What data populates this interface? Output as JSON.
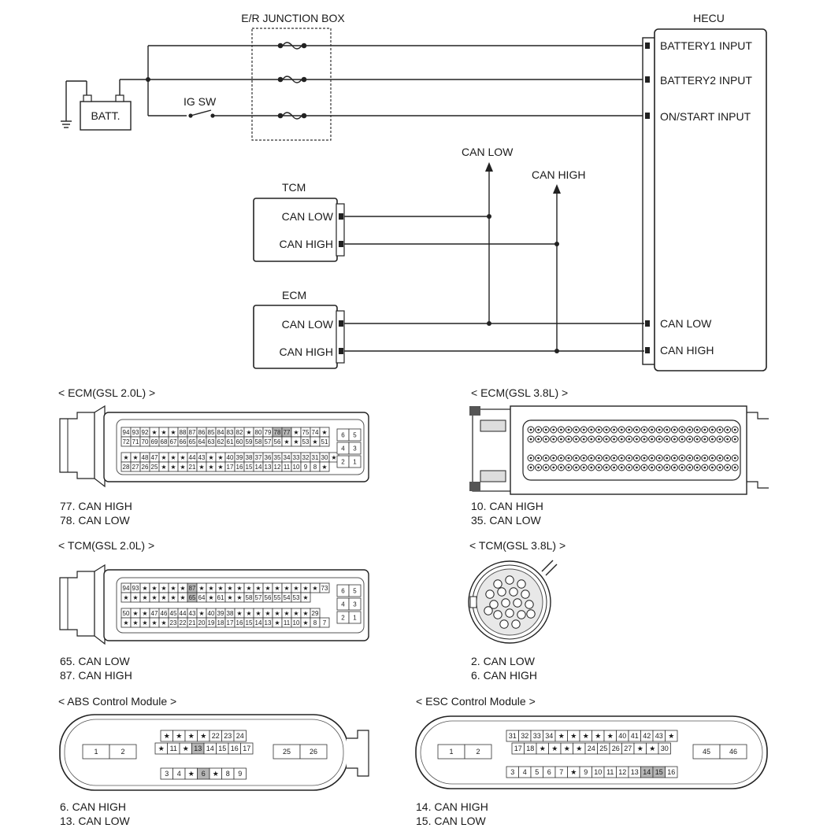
{
  "wiring": {
    "junction_box": "E/R JUNCTION BOX",
    "hecu": "HECU",
    "batt": "BATT.",
    "ig_sw": "IG SW",
    "battery1_input": "BATTERY1 INPUT",
    "battery2_input": "BATTERY2 INPUT",
    "on_start_input": "ON/START INPUT",
    "can_low_arrow": "CAN LOW",
    "can_high_arrow": "CAN HIGH",
    "tcm": "TCM",
    "ecm": "ECM",
    "can_low": "CAN LOW",
    "can_high": "CAN HIGH"
  },
  "connectors": {
    "ecm_20": {
      "title": "< ECM(GSL 2.0L) >",
      "rows": [
        [
          "94",
          "93",
          "92",
          "★",
          "★",
          "★",
          "88",
          "87",
          "86",
          "85",
          "84",
          "83",
          "82",
          "★",
          "80",
          "79",
          "78",
          "77",
          "★",
          "75",
          "74",
          "★"
        ],
        [
          "72",
          "71",
          "70",
          "69",
          "68",
          "67",
          "66",
          "65",
          "64",
          "63",
          "62",
          "61",
          "60",
          "59",
          "58",
          "57",
          "56",
          "★",
          "★",
          "53",
          "★",
          "51"
        ],
        [
          "★",
          "★",
          "48",
          "47",
          "★",
          "★",
          "★",
          "44",
          "43",
          "★",
          "★",
          "40",
          "39",
          "38",
          "37",
          "36",
          "35",
          "34",
          "33",
          "32",
          "31",
          "30",
          "★"
        ],
        [
          "28",
          "27",
          "26",
          "25",
          "★",
          "★",
          "★",
          "21",
          "★",
          "★",
          "★",
          "17",
          "16",
          "15",
          "14",
          "13",
          "12",
          "11",
          "10",
          "9",
          "8",
          "★"
        ]
      ],
      "highlight": [
        "77",
        "78"
      ],
      "side": [
        [
          "6",
          "5"
        ],
        [
          "4",
          "3"
        ],
        [
          "2",
          "1"
        ]
      ],
      "notes": [
        "77. CAN HIGH",
        "78. CAN LOW"
      ]
    },
    "ecm_38": {
      "title": "< ECM(GSL 3.8L) >",
      "notes": [
        "10. CAN HIGH",
        "35. CAN LOW"
      ]
    },
    "tcm_20": {
      "title": "< TCM(GSL 2.0L) >",
      "rows": [
        [
          "94",
          "93",
          "★",
          "★",
          "★",
          "★",
          "★",
          "87",
          "★",
          "★",
          "★",
          "★",
          "★",
          "★",
          "★",
          "★",
          "★",
          "★",
          "★",
          "★",
          "★",
          "73"
        ],
        [
          "★",
          "★",
          "★",
          "★",
          "★",
          "★",
          "★",
          "65",
          "64",
          "★",
          "61",
          "★",
          "★",
          "58",
          "57",
          "56",
          "55",
          "54",
          "53",
          "★"
        ],
        [
          "50",
          "★",
          "★",
          "47",
          "46",
          "45",
          "44",
          "43",
          "★",
          "40",
          "39",
          "38",
          "★",
          "★",
          "★",
          "★",
          "★",
          "★",
          "★",
          "★",
          "29"
        ],
        [
          "★",
          "★",
          "★",
          "★",
          "★",
          "23",
          "22",
          "21",
          "20",
          "19",
          "18",
          "17",
          "16",
          "15",
          "14",
          "13",
          "★",
          "11",
          "10",
          "★",
          "8",
          "7"
        ]
      ],
      "highlight": [
        "65",
        "87"
      ],
      "side": [
        [
          "6",
          "5"
        ],
        [
          "4",
          "3"
        ],
        [
          "2",
          "1"
        ]
      ],
      "notes": [
        "65. CAN LOW",
        "87. CAN HIGH"
      ]
    },
    "tcm_38": {
      "title": "< TCM(GSL 3.8L) >",
      "notes": [
        "2. CAN LOW",
        "6. CAN HIGH"
      ]
    },
    "abs": {
      "title": "< ABS Control Module >",
      "row1": [
        "★",
        "★",
        "★",
        "★",
        "22",
        "23",
        "24"
      ],
      "row2": [
        "★",
        "11",
        "★",
        "13",
        "14",
        "15",
        "16",
        "17"
      ],
      "row3": [
        "3",
        "4",
        "★",
        "6",
        "★",
        "8",
        "9"
      ],
      "left": [
        "1",
        "2"
      ],
      "right": [
        "25",
        "26"
      ],
      "highlight": [
        "6",
        "13"
      ],
      "notes": [
        "6. CAN HIGH",
        "13. CAN LOW"
      ]
    },
    "esc": {
      "title": "< ESC Control Module >",
      "row1": [
        "31",
        "32",
        "33",
        "34",
        "★",
        "★",
        "★",
        "★",
        "★",
        "40",
        "41",
        "42",
        "43",
        "★"
      ],
      "row2": [
        "17",
        "18",
        "★",
        "★",
        "★",
        "★",
        "24",
        "25",
        "26",
        "27",
        "★",
        "★",
        "30"
      ],
      "row3": [
        "3",
        "4",
        "5",
        "6",
        "7",
        "★",
        "9",
        "10",
        "11",
        "12",
        "13",
        "14",
        "15",
        "16"
      ],
      "left": [
        "1",
        "2"
      ],
      "right": [
        "45",
        "46"
      ],
      "highlight": [
        "14",
        "15"
      ],
      "notes": [
        "14. CAN HIGH",
        "15. CAN LOW"
      ]
    }
  }
}
